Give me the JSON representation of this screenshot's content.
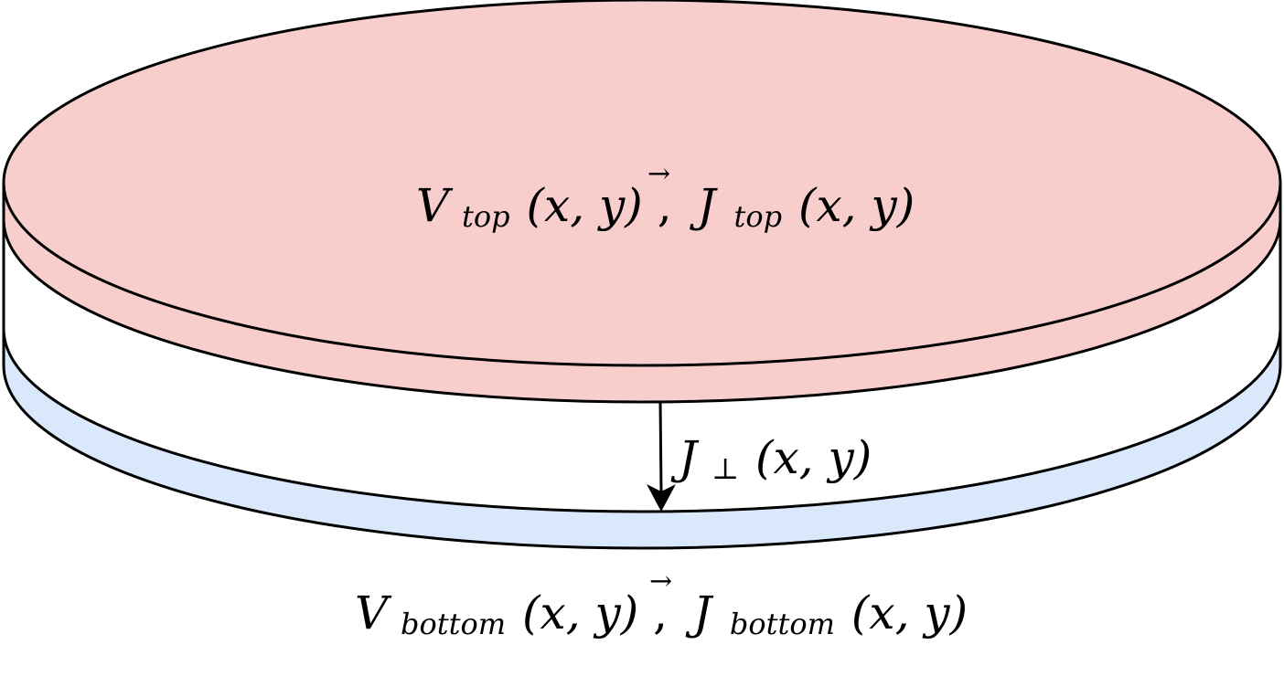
{
  "diagram": {
    "labels": {
      "top": {
        "v_symbol": "V",
        "v_sub": "top",
        "args1": "(x, y)",
        "sep": ",",
        "vec_arrow": "→",
        "j_symbol": "J",
        "j_sub": "top",
        "args2": "(x, y)"
      },
      "perp": {
        "j_symbol": "J",
        "j_sub": "⊥",
        "args": "(x, y)"
      },
      "bottom": {
        "v_symbol": "V",
        "v_sub": "bottom",
        "args1": "(x, y)",
        "sep": ",",
        "vec_arrow": "→",
        "j_symbol": "J",
        "j_sub": "bottom",
        "args2": "(x, y)"
      }
    },
    "colors": {
      "top_layer": "#f8cecc",
      "middle_layer": "#ffffff",
      "bottom_layer": "#dae8fc",
      "stroke": "#000000"
    }
  }
}
